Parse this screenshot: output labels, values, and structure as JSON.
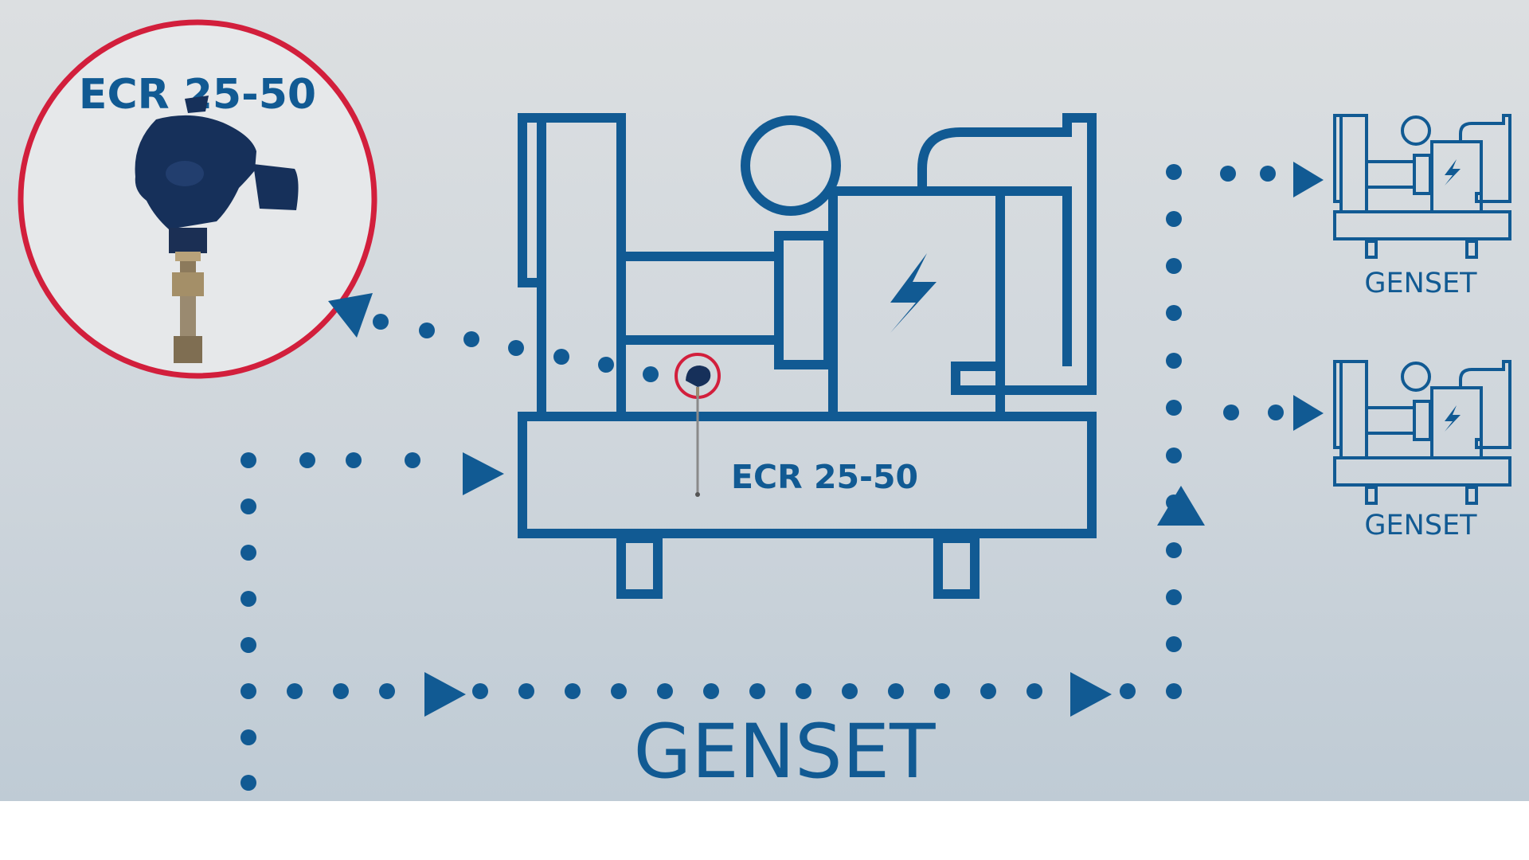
{
  "sensor_callout": {
    "label": "ECR 25-50"
  },
  "main_genset": {
    "sensor_label": "ECR 25-50",
    "caption": "GENSET"
  },
  "satellites": [
    {
      "label": "GENSET"
    },
    {
      "label": "GENSET"
    }
  ],
  "colors": {
    "diagram_blue": "#115a93",
    "callout_ring": "#d21f3c",
    "sensor_head": "#16305a",
    "sensor_stem": "#9a8a70"
  },
  "icons": [
    "lightning-icon",
    "arrow-right-icon",
    "arrow-up-icon",
    "arrow-upleft-icon",
    "temperature-sensor-icon"
  ]
}
